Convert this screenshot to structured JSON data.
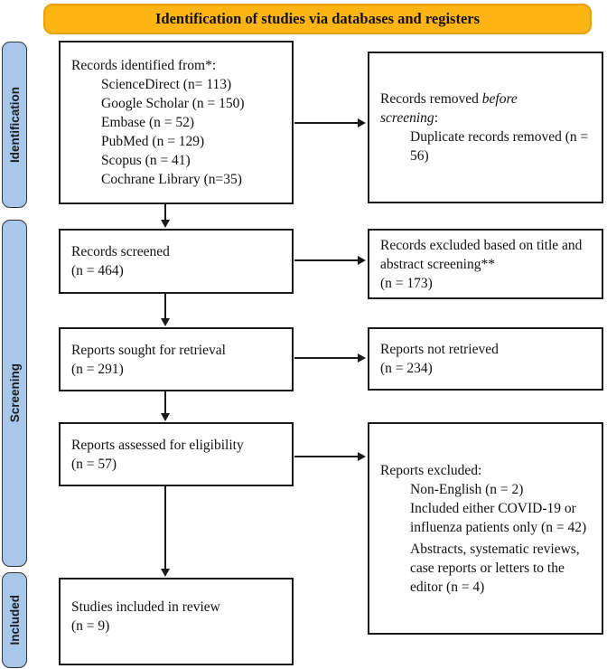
{
  "banner": {
    "title": "Identification of studies via databases and registers"
  },
  "colors": {
    "banner_bg": "#FCB515",
    "banner_border": "#E8A00C",
    "sidebar_bg": "#A9C7E8",
    "sidebar_border": "#333333",
    "box_border": "#1A1A1A",
    "arrow": "#1A1A1A",
    "text": "#111111"
  },
  "sidebar": {
    "identification": "Identification",
    "screening": "Screening",
    "included": "Included"
  },
  "boxes": {
    "records_identified": {
      "title": "Records identified from*:",
      "sources": [
        "ScienceDirect (n= 113)",
        "Google Scholar (n = 150)",
        "Embase (n = 52)",
        "PubMed (n = 129)",
        "Scopus (n = 41)",
        "Cochrane Library (n=35)"
      ]
    },
    "records_removed": {
      "text_prefix": "Records removed ",
      "text_italic": "before screening",
      "text_suffix": ":",
      "reason": "Duplicate records removed (n = 56)"
    },
    "records_screened": {
      "label": "Records screened",
      "count": "(n = 464)"
    },
    "records_excluded": {
      "label": "Records excluded based on title and abstract screening**",
      "count": "(n = 173)"
    },
    "reports_sought": {
      "label": "Reports sought for retrieval",
      "count": "(n = 291)"
    },
    "reports_not_retrieved": {
      "label": "Reports not retrieved",
      "count": "(n = 234)"
    },
    "reports_assessed": {
      "label": "Reports assessed for eligibility",
      "count": "(n = 57)"
    },
    "reports_excluded": {
      "title": "Reports excluded:",
      "reasons": [
        "Non-English (n = 2)",
        "Included either COVID-19 or influenza patients only (n = 42)",
        "Abstracts, systematic reviews, case reports or letters to the editor (n = 4)"
      ]
    },
    "studies_included": {
      "label": "Studies included in review",
      "count": "(n = 9)"
    }
  }
}
